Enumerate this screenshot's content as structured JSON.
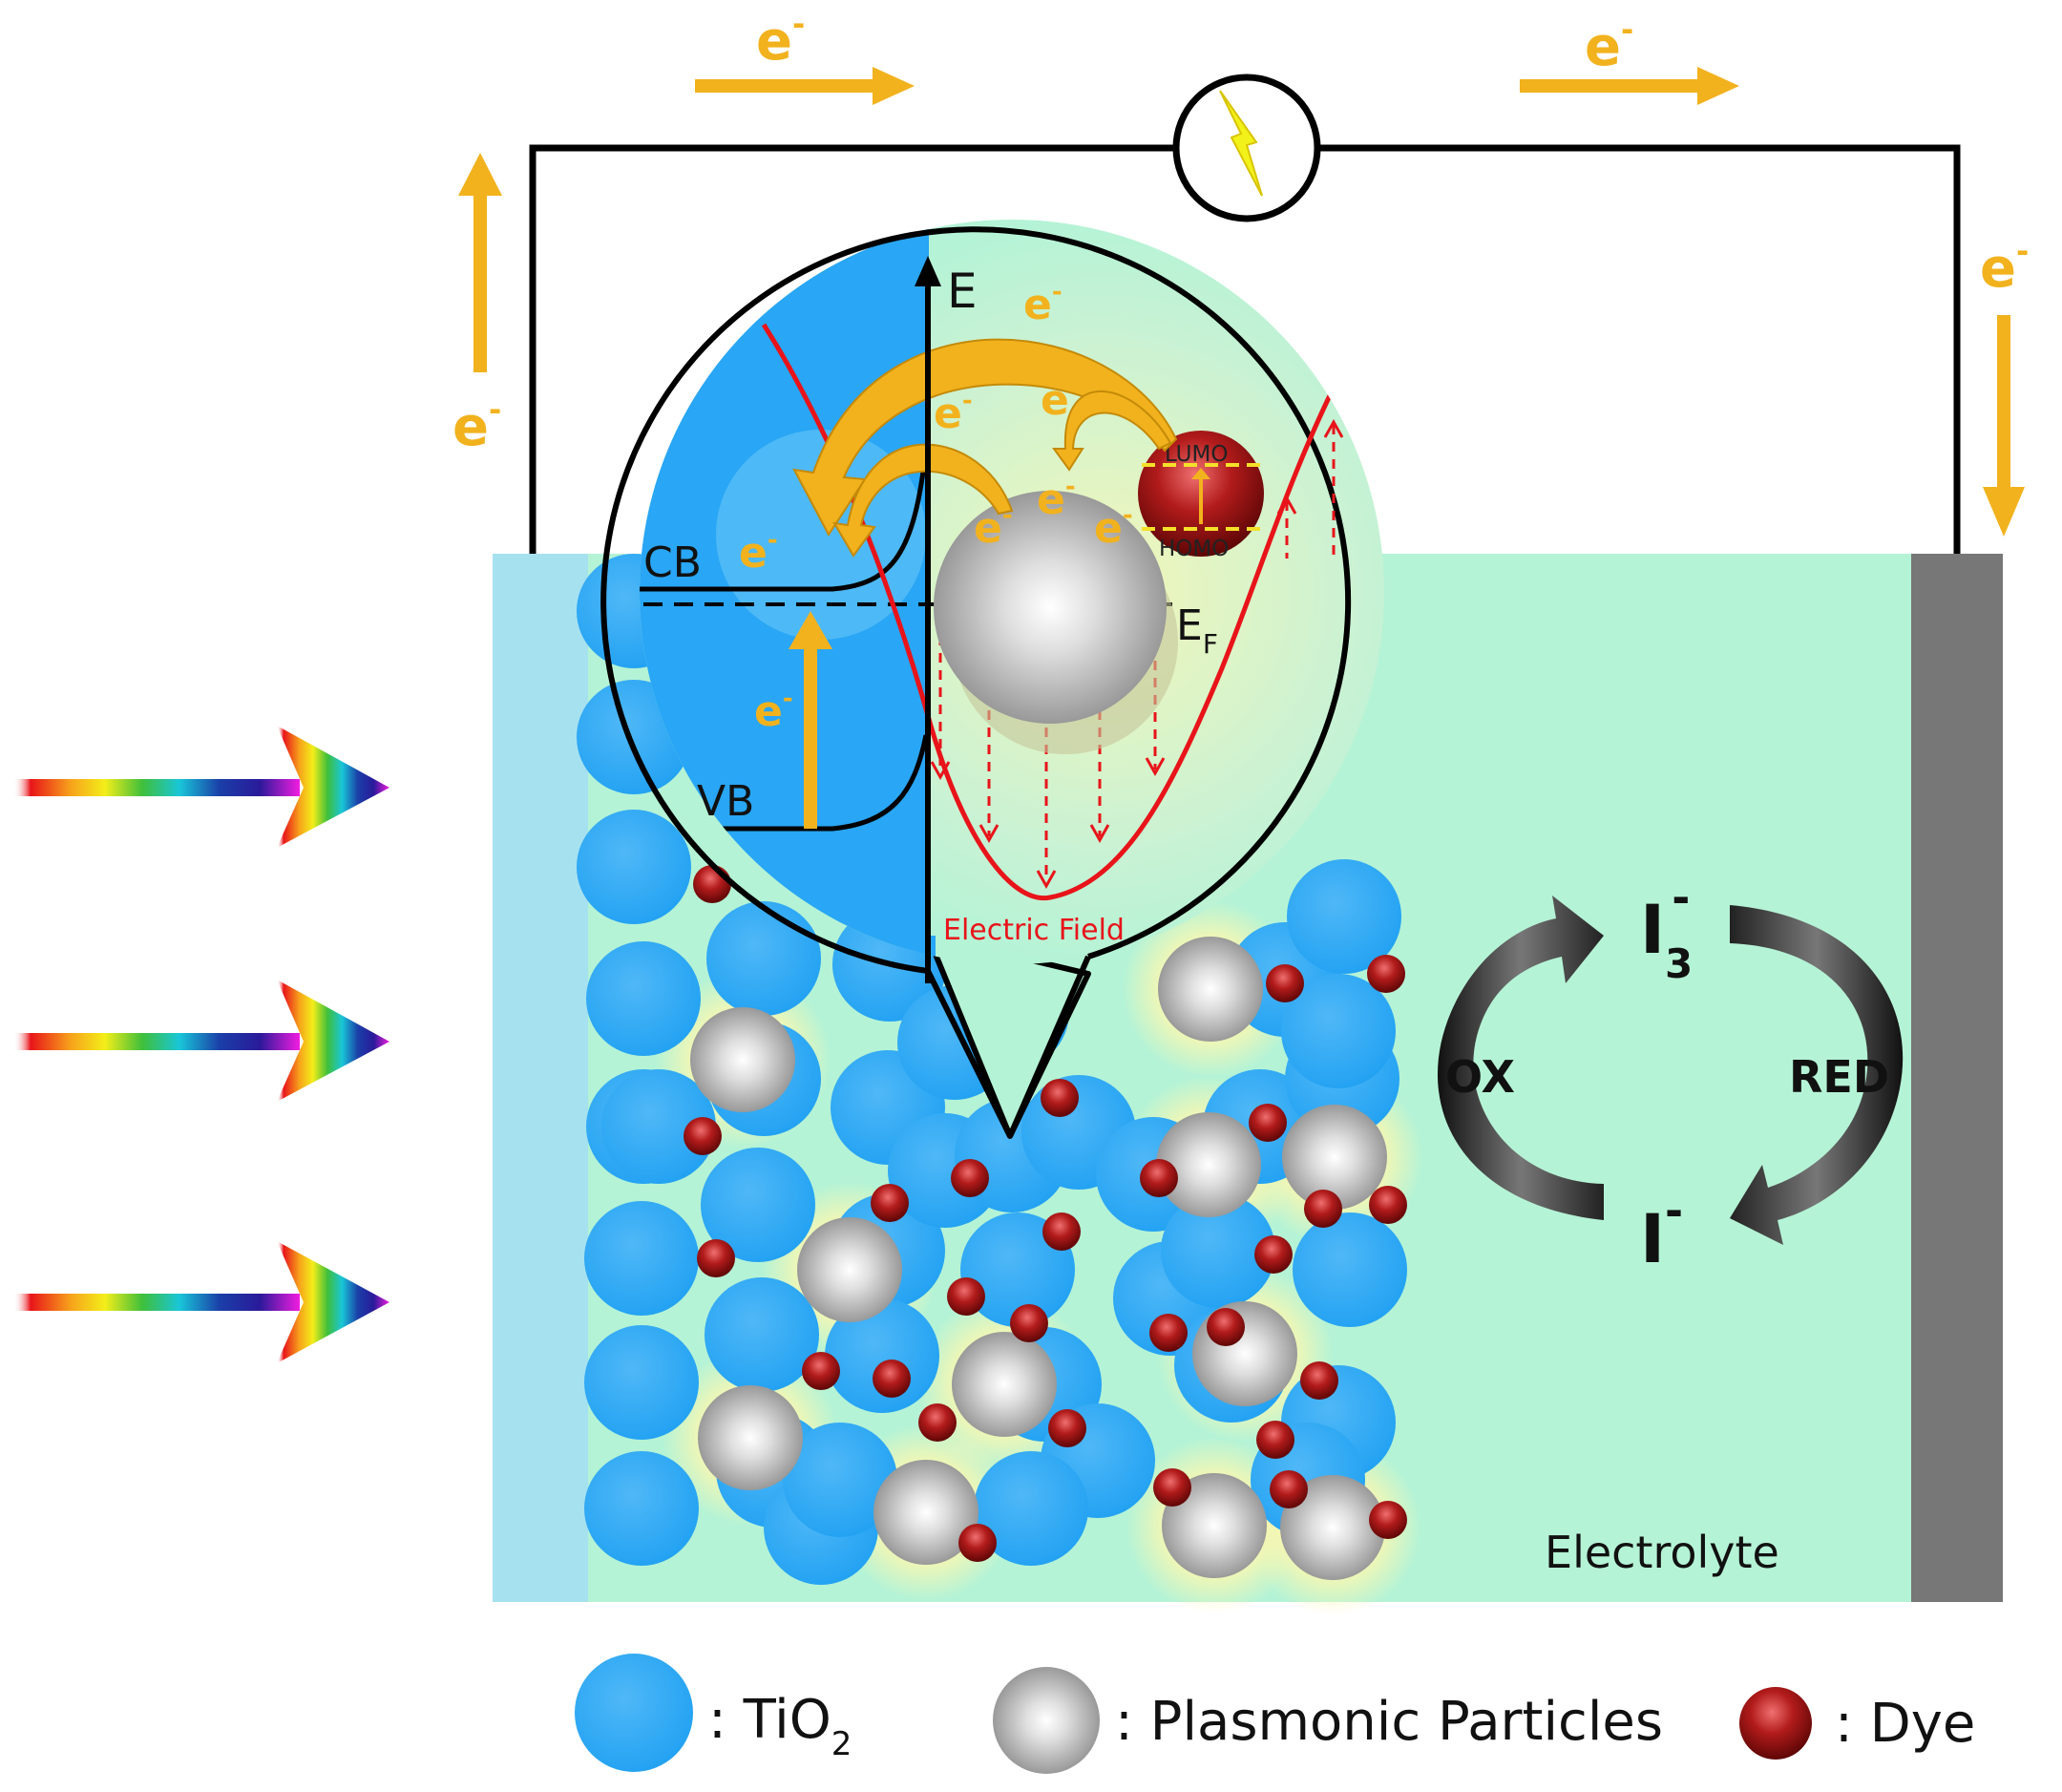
{
  "electron_symbol": "e",
  "electron_sup": "-",
  "band": {
    "cb": "CB",
    "vb": "VB",
    "energy_axis": "E",
    "fermi_main": "E",
    "fermi_sub": "F",
    "electric_field": "Electric Field"
  },
  "dye_levels": {
    "lumo": "LUMO",
    "homo": "HOMO"
  },
  "redox": {
    "triiodide_main": "I",
    "triiodide_sub": "3",
    "triiodide_sup": "-",
    "iodide_main": "I",
    "iodide_sup": "-",
    "ox": "OX",
    "red": "RED"
  },
  "electrolyte_label": "Electrolyte",
  "legend": {
    "tio2_prefix": ": TiO",
    "tio2_sub": "2",
    "plasmonic": ": Plasmonic Particles",
    "dye": ": Dye"
  },
  "colors": {
    "tio2": "#29a6f5",
    "plasmonic": "#a0a0a0",
    "dye": "#9e1515",
    "electron_arrow": "#f2b21e",
    "electrolyte": "#b5f3d6",
    "fto_glass": "#a6e1f0",
    "counter_electrode": "#777777",
    "electric_field": "#e8141a"
  }
}
